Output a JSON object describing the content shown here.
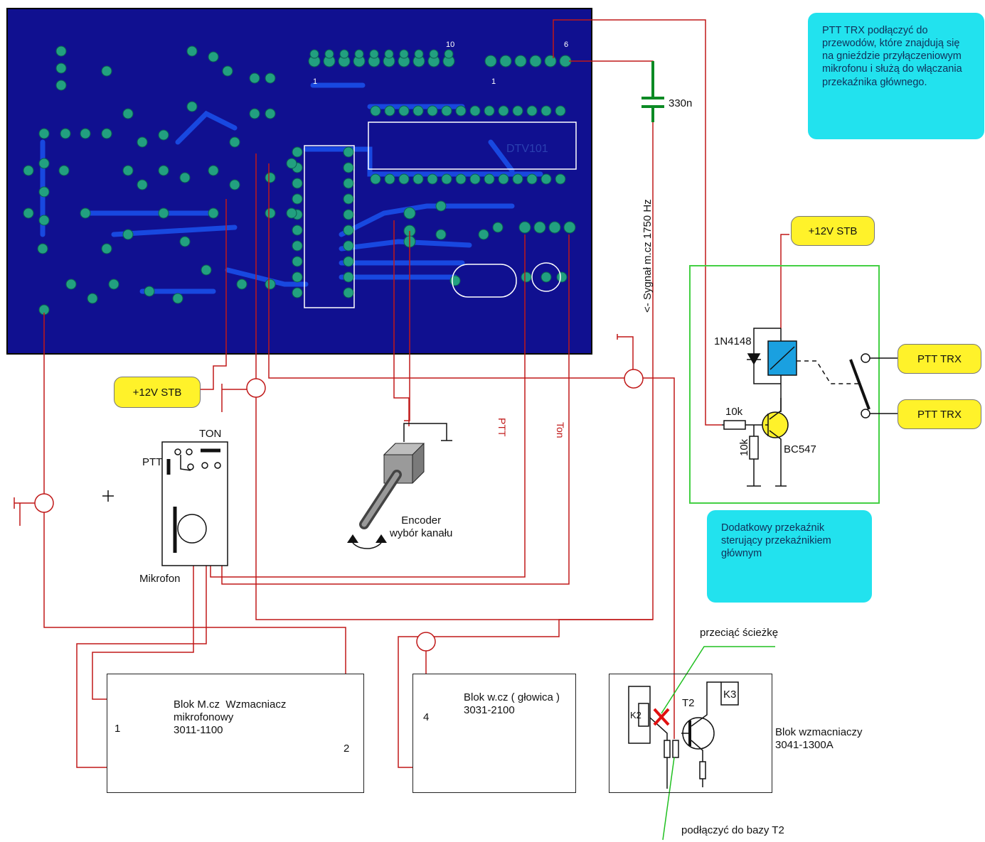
{
  "notes": {
    "ptt_info": "PTT TRX podłączyć do przewodów, które znajdują się na gnieździe przyłączeniowym mikrofonu i służą do włączania przekaźnika głównego.",
    "relay_info": "Dodatkowy przekaźnik sterujący przekaźnikiem głównym"
  },
  "pcb": {
    "connector_left_pin": "1",
    "connector_left_end": "10",
    "connector_right_pin": "1",
    "connector_right_end": "6"
  },
  "labels": {
    "cap_value": "330n",
    "signal_note": "<-  Sygnał m.cz 1750 Hz",
    "supply_stb_1": "+12V STB",
    "supply_stb_2": "+12V STB",
    "diode": "1N4148",
    "resistor_series": "10k",
    "resistor_shunt": "10k",
    "transistor": "BC547",
    "ptt_trx_1": "PTT TRX",
    "ptt_trx_2": "PTT TRX",
    "ton_top": "TON",
    "ptt_mic": "PTT",
    "mic": "Mikrofon",
    "encoder": "Encoder\nwybór kanału",
    "wire_ptt": "PTT",
    "wire_ton": "Ton",
    "cut_track": "przeciąć ścieżkę",
    "connect_base": "podłączyć do bazy T2"
  },
  "blocks": {
    "mcz": {
      "title": "Blok M.cz  Wzmacniacz\nmikrofonowy\n3011-1100",
      "pin1": "1",
      "pin2": "2"
    },
    "wcz": {
      "title": "Blok w.cz ( głowica )\n3031-2100",
      "pin4": "4"
    },
    "amp": {
      "k2": "K2",
      "t2": "T2",
      "k3": "K3",
      "title": "Blok wzmacniaczy\n3041-1300A"
    }
  },
  "colors": {
    "pcb": "#101090",
    "track": "#1848e0",
    "pad": "#22a080",
    "wire": "#c01818",
    "note": "#22e2ee",
    "pill": "#fff22a",
    "frame": "#44d044"
  }
}
